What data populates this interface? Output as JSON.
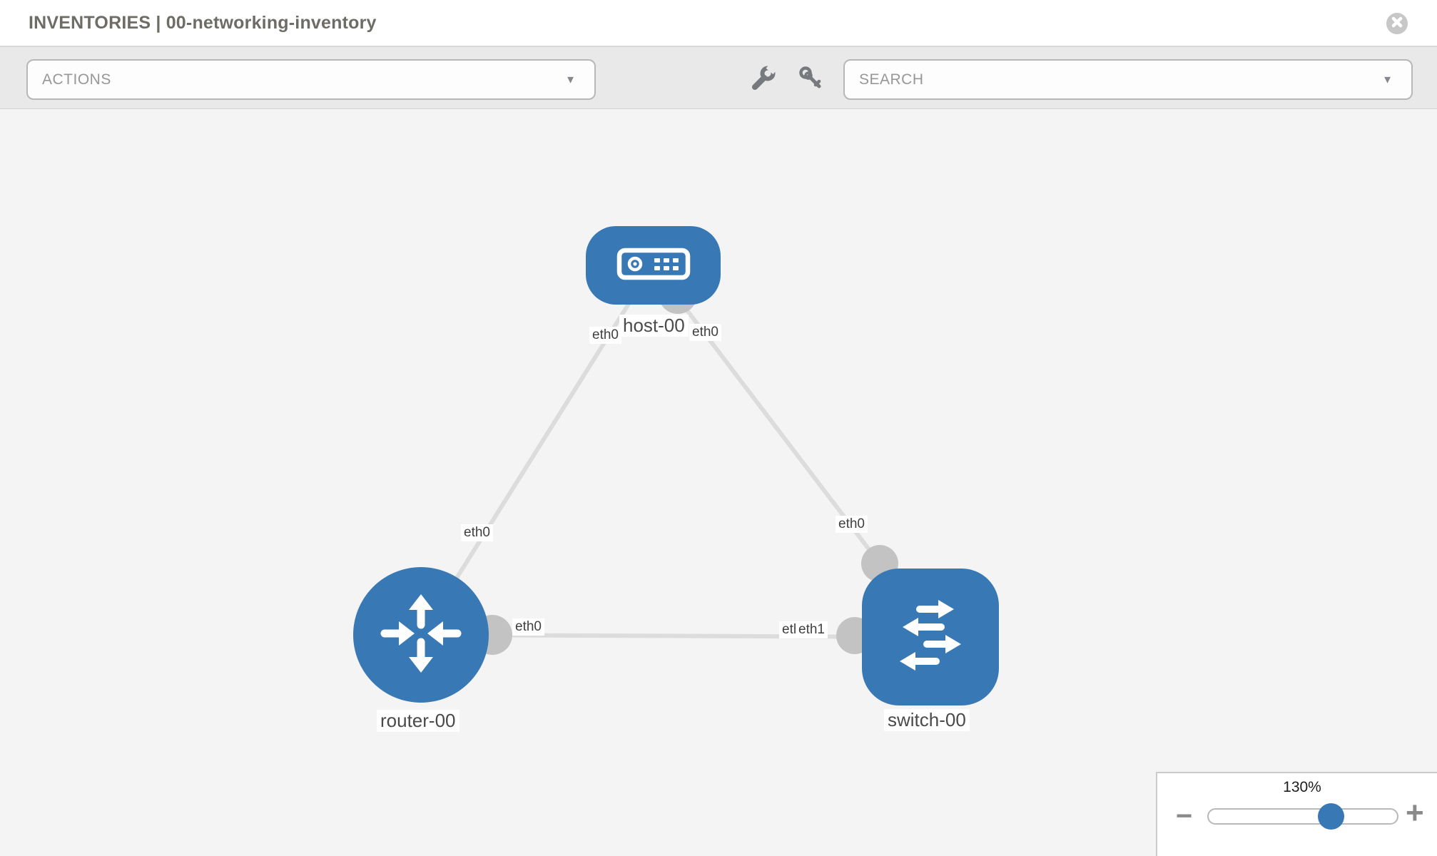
{
  "header": {
    "title": "INVENTORIES | 00-networking-inventory"
  },
  "toolbar": {
    "actions_dropdown": {
      "value": "ACTIONS",
      "chevron": "▼"
    },
    "search_dropdown": {
      "value": "SEARCH",
      "chevron": "▼"
    }
  },
  "topology": {
    "nodes": [
      {
        "name": "host-00",
        "type": "host"
      },
      {
        "name": "router-00",
        "type": "router"
      },
      {
        "name": "switch-00",
        "type": "switch"
      }
    ],
    "links": [
      {
        "source": "host-00",
        "source_iface": "eth0",
        "target": "router-00",
        "target_iface": "eth0"
      },
      {
        "source": "host-00",
        "source_iface": "eth0",
        "target": "switch-00",
        "target_iface": "eth0"
      },
      {
        "source": "router-00",
        "source_iface": "eth0",
        "target": "switch-00",
        "target_iface": "eth1",
        "target_iface_overlapped": "eth0"
      }
    ]
  },
  "zoom": {
    "level": "130%",
    "minus_glyph": "−",
    "plus_glyph": "+"
  },
  "colors": {
    "node_blue": "#3879b5",
    "link_gray": "#dcdcdc",
    "port_gray": "#c3c3c3"
  }
}
